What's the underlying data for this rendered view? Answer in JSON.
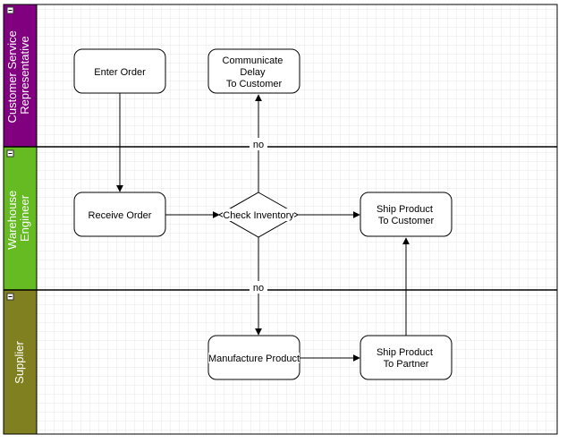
{
  "colors": {
    "lane_customer": "#800080",
    "lane_warehouse": "#66bb22",
    "lane_supplier": "#808020",
    "grid": "#e3e8e3",
    "stroke": "#000000"
  },
  "lanes": [
    {
      "id": "customer",
      "title_lines": [
        "Customer Service",
        "Representative"
      ],
      "collapse_icon": "minus-box-icon"
    },
    {
      "id": "warehouse",
      "title_lines": [
        "Warehouse",
        "Engineer"
      ],
      "collapse_icon": "minus-box-icon"
    },
    {
      "id": "supplier",
      "title_lines": [
        "Supplier"
      ],
      "collapse_icon": "minus-box-icon"
    }
  ],
  "nodes": {
    "enter_order": {
      "lines": [
        "Enter Order"
      ]
    },
    "communicate_delay": {
      "lines": [
        "Communicate",
        "Delay",
        "To Customer"
      ]
    },
    "receive_order": {
      "lines": [
        "Receive Order"
      ]
    },
    "check_inventory": {
      "lines": [
        "Check Inventory"
      ]
    },
    "ship_to_customer": {
      "lines": [
        "Ship Product",
        "To Customer"
      ]
    },
    "manufacture_product": {
      "lines": [
        "Manufacture Product"
      ]
    },
    "ship_to_partner": {
      "lines": [
        "Ship Product",
        "To Partner"
      ]
    }
  },
  "edges": {
    "no_top": "no",
    "no_bottom": "no"
  }
}
